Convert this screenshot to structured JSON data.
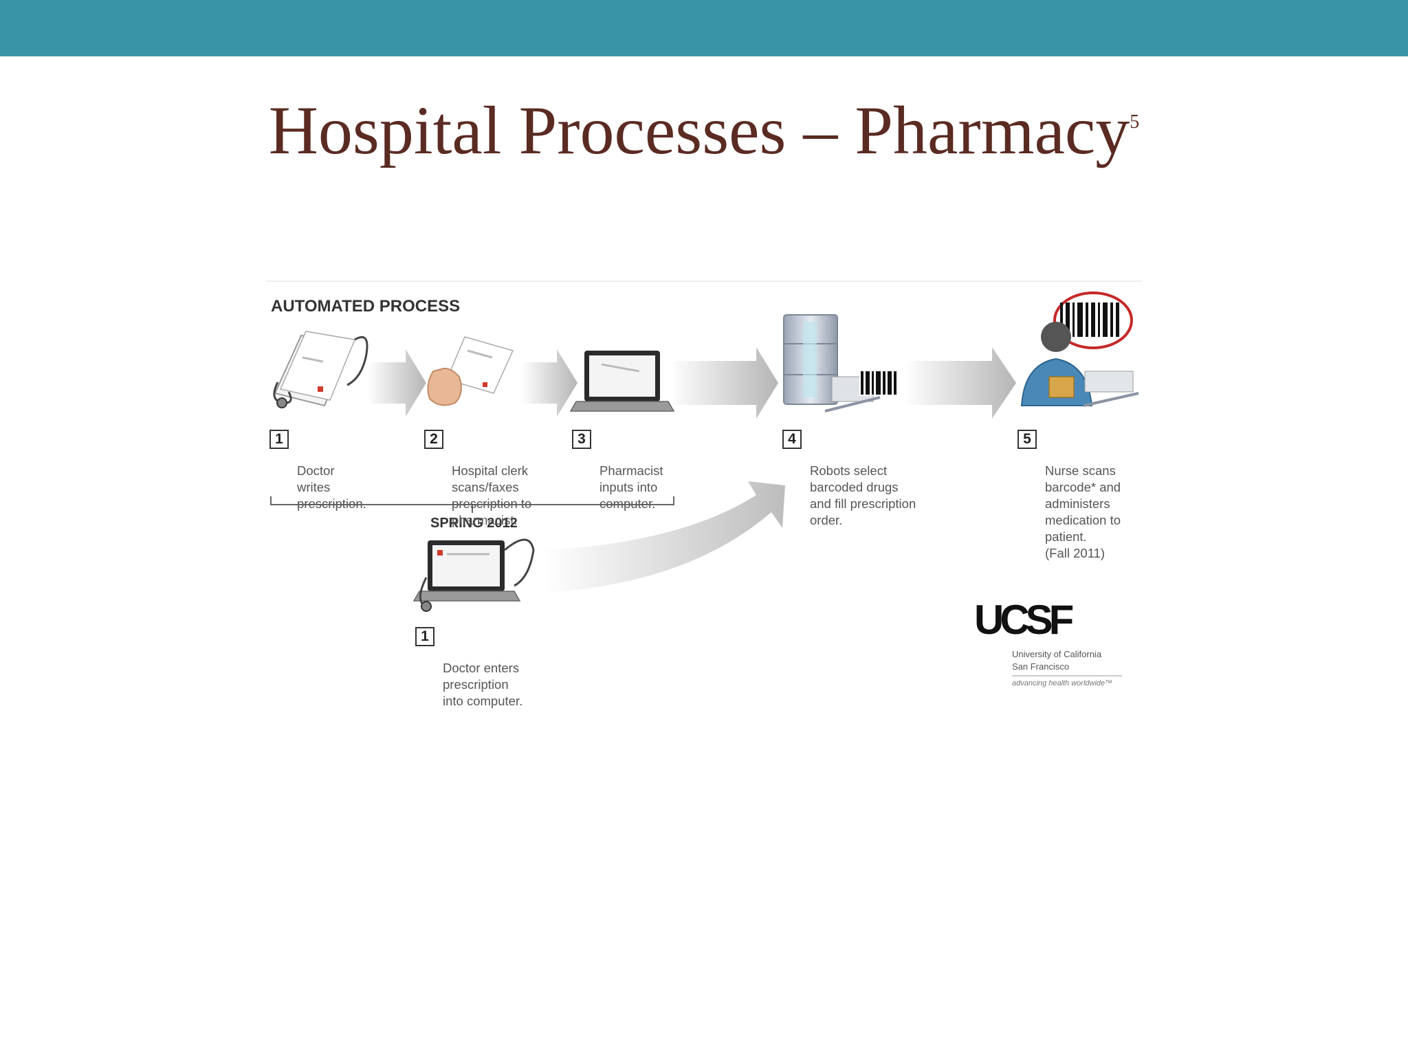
{
  "slide": {
    "title": "Hospital Processes – Pharmacy",
    "footnote_ref": "5"
  },
  "figure": {
    "heading": "AUTOMATED PROCESS",
    "group_label": "SPRING 2012",
    "steps": [
      {
        "number": "1",
        "text": "Doctor\nwrites\nprescription."
      },
      {
        "number": "2",
        "text": "Hospital clerk\nscans/faxes\nprescription to\npharmacist."
      },
      {
        "number": "3",
        "text": "Pharmacist\ninputs into\ncomputer."
      },
      {
        "number": "4",
        "text": "Robots select\nbarcoded drugs\nand fill prescription\norder."
      },
      {
        "number": "5",
        "text": "Nurse scans\nbarcode* and\nadministers\nmedication to\npatient.\n(Fall 2011)"
      },
      {
        "number": "1",
        "text": "Doctor enters\nprescription\ninto computer."
      }
    ],
    "brand": {
      "name": "UCSF",
      "line1": "University of California",
      "line2": "San Francisco",
      "tagline": "advancing health worldwide™"
    }
  },
  "colors": {
    "top_bar": "#3a94a8",
    "title": "#5a2b22"
  }
}
